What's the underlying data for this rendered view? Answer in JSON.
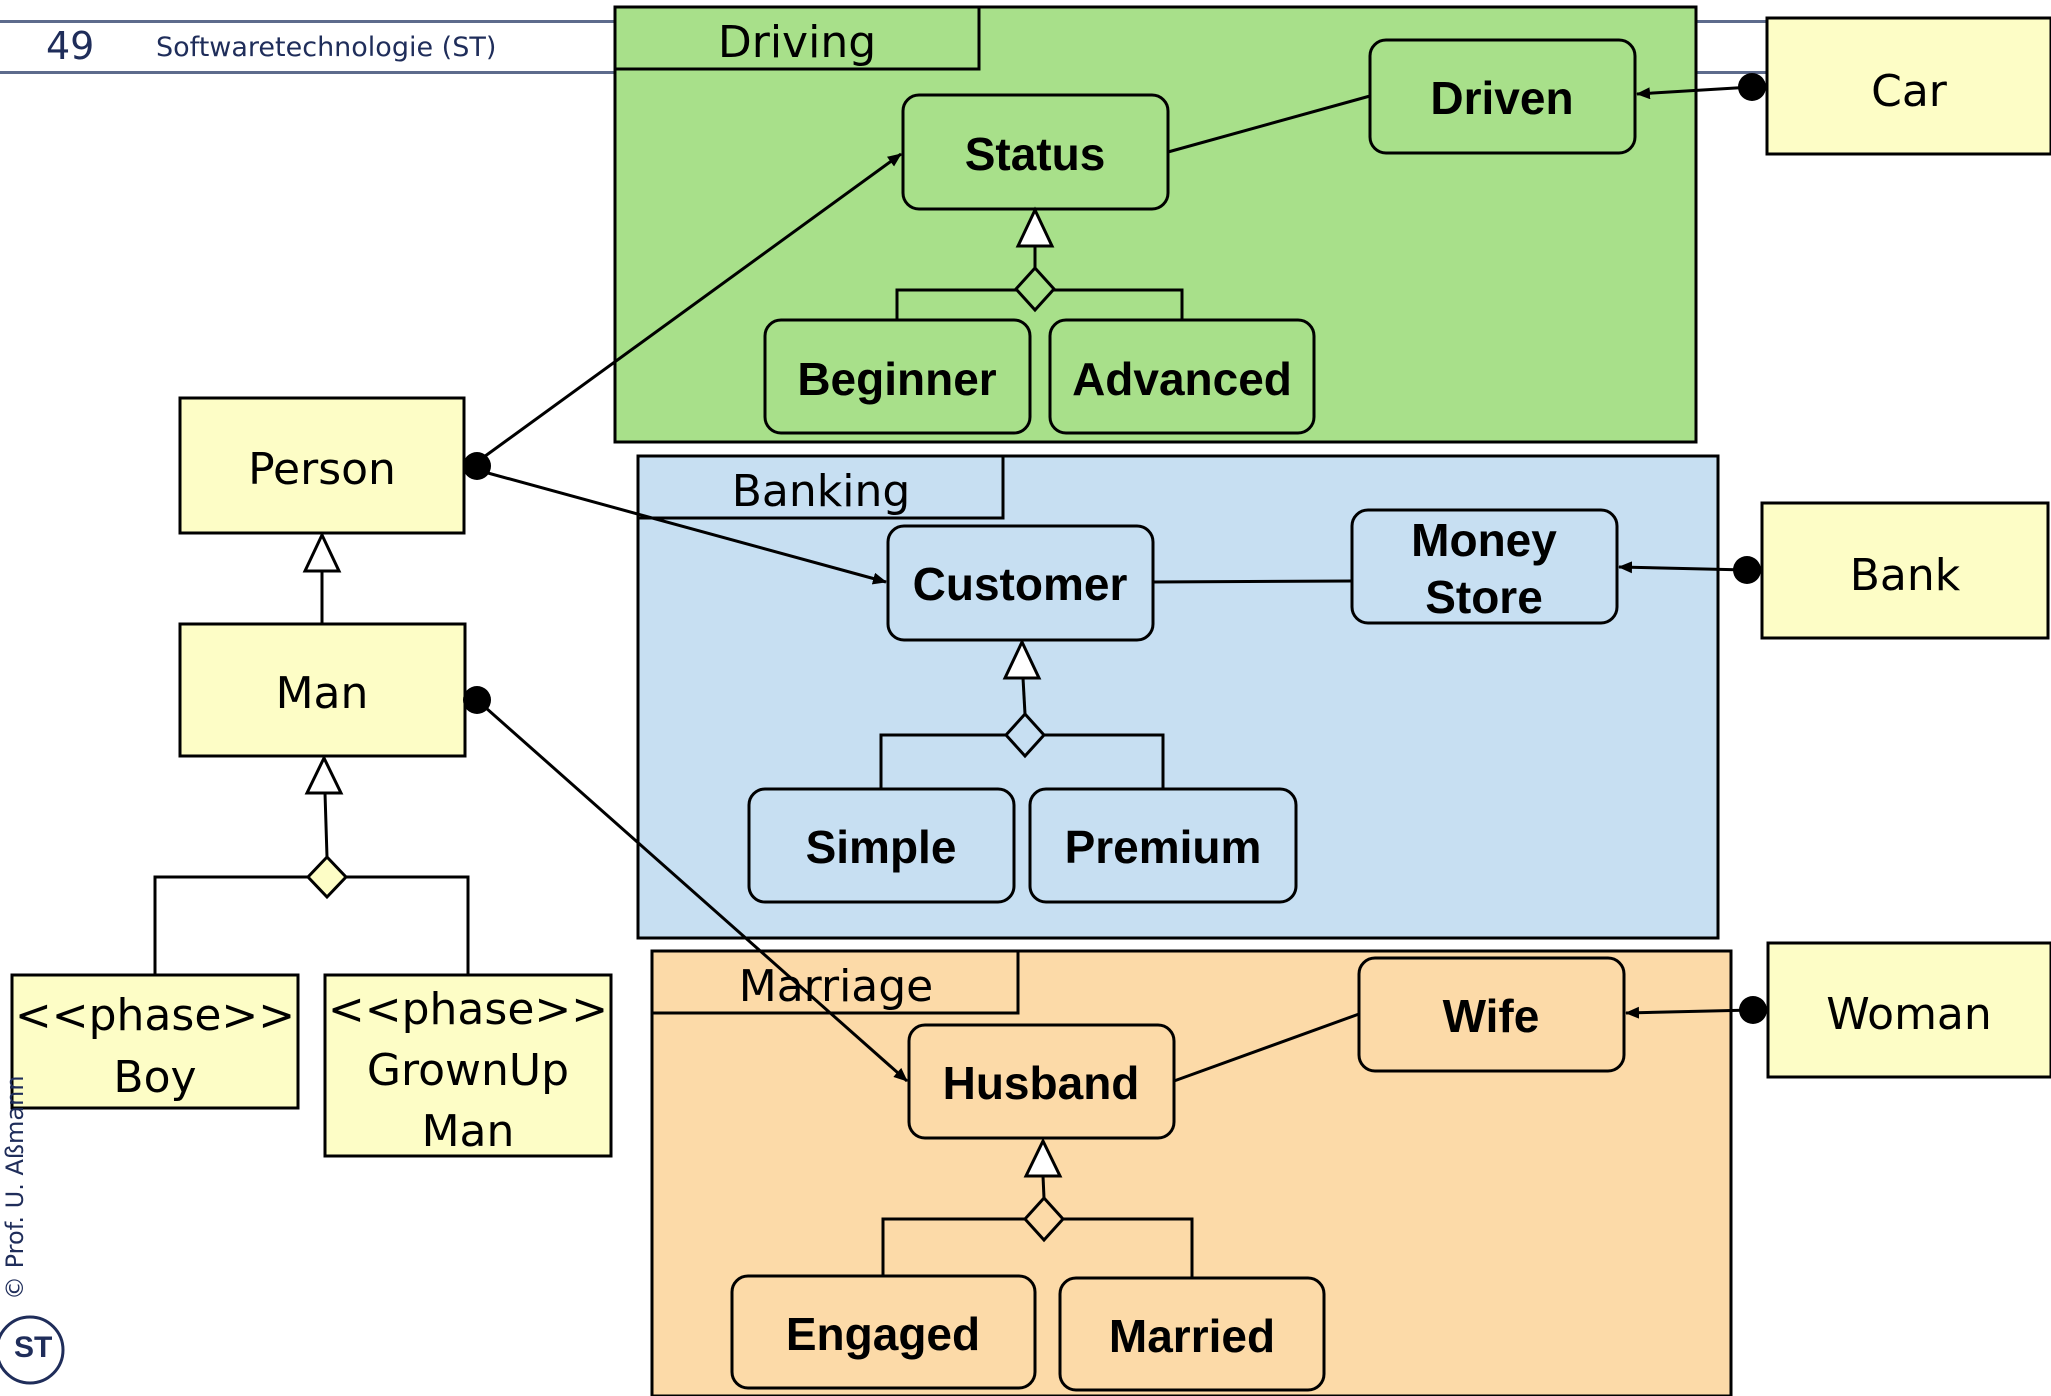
{
  "header": {
    "page_number": "49",
    "course_title": "Softwaretechnologie (ST)"
  },
  "footer": {
    "copyright": "© Prof. U. Aßmann"
  },
  "colors": {
    "driving_bg": "#a8e08a",
    "banking_bg": "#c7dff2",
    "marriage_bg": "#fcdaa8",
    "class_bg": "#fdfdc6",
    "diamond_yellow": "#fdfdc6"
  },
  "packages": {
    "driving": {
      "name": "Driving",
      "roles": {
        "status": "Status",
        "driven": "Driven",
        "beginner": "Beginner",
        "advanced": "Advanced"
      }
    },
    "banking": {
      "name": "Banking",
      "roles": {
        "customer": "Customer",
        "money_store_line1": "Money",
        "money_store_line2": "Store",
        "simple": "Simple",
        "premium": "Premium"
      }
    },
    "marriage": {
      "name": "Marriage",
      "roles": {
        "husband": "Husband",
        "wife": "Wife",
        "engaged": "Engaged",
        "married": "Married"
      }
    }
  },
  "classes": {
    "person": "Person",
    "man": "Man",
    "boy_line1": "<<phase>>",
    "boy_line2": "Boy",
    "grownup_line1": "<<phase>>",
    "grownup_line2": "GrownUp",
    "grownup_line3": "Man",
    "car": "Car",
    "bank": "Bank",
    "woman": "Woman"
  }
}
